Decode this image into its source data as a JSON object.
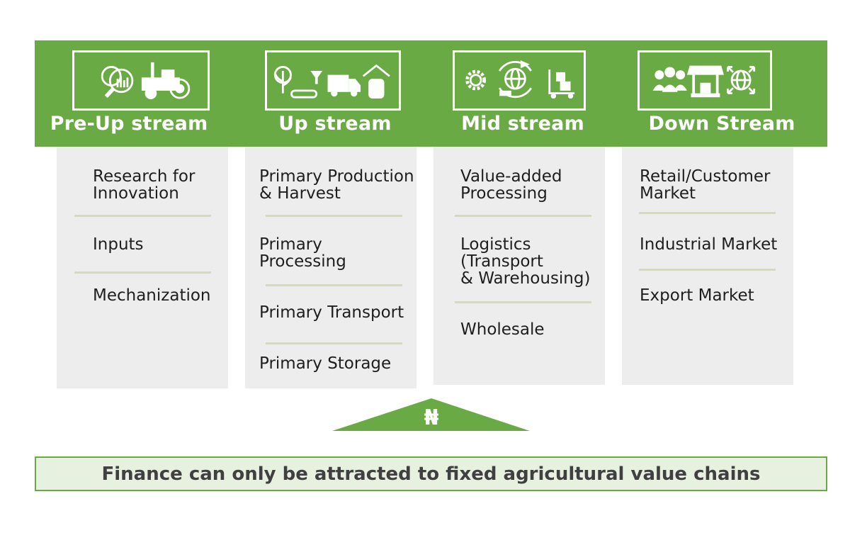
{
  "stages": [
    {
      "title": "Pre-Up stream",
      "icons": [
        "gear-magnifier-chart-icon",
        "tractor-icon"
      ],
      "items": [
        "Research for\nInnovation",
        "Inputs",
        "Mechanization"
      ]
    },
    {
      "title": "Up stream",
      "icons": [
        "seedling-icon",
        "conveyor-icon",
        "truck-icon",
        "storage-barn-icon"
      ],
      "items": [
        "Primary Production\n& Harvest",
        "Primary\nProcessing",
        "Primary Transport",
        "Primary Storage"
      ]
    },
    {
      "title": "Mid stream",
      "icons": [
        "gear-chart-icon",
        "global-logistics-icon",
        "forklift-icon"
      ],
      "items": [
        "Value-added\nProcessing",
        "Logistics\n(Transport\n& Warehousing)",
        "Wholesale"
      ]
    },
    {
      "title": "Down Stream",
      "icons": [
        "customers-icon",
        "market-stall-icon",
        "export-globe-icon"
      ],
      "items": [
        "Retail/Customer\nMarket",
        "Industrial Market",
        "Export Market"
      ]
    }
  ],
  "finance": {
    "currency_symbol": "₦",
    "statement": "Finance can only be attracted to fixed agricultural value chains"
  },
  "colors": {
    "accent_green": "#6aaa45",
    "panel_gray": "#ededed",
    "divider": "#d3dbb7",
    "finance_box": "#e6f1e0",
    "text_dark": "#1e1e1e"
  }
}
